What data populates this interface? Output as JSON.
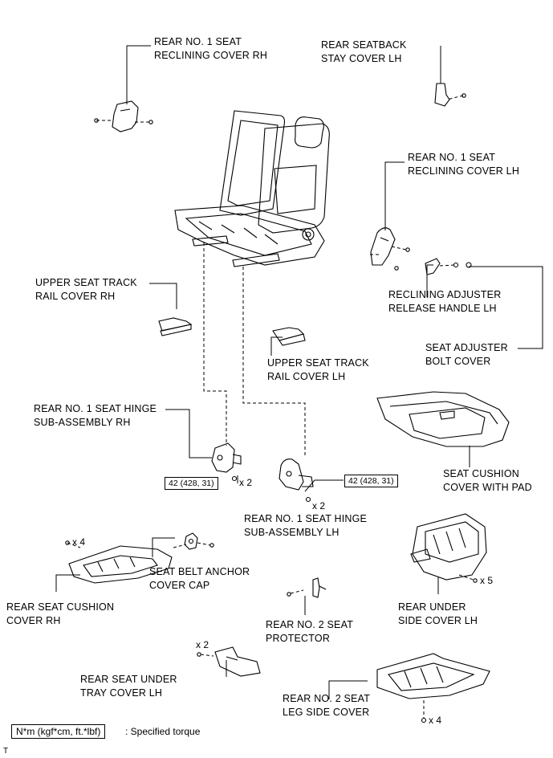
{
  "labels": {
    "rear_no1_seat_reclining_cover_rh": [
      "REAR NO. 1 SEAT",
      "RECLINING COVER RH"
    ],
    "rear_seatback_stay_cover_lh": [
      "REAR SEATBACK",
      "STAY COVER LH"
    ],
    "rear_no1_seat_reclining_cover_lh": [
      "REAR NO. 1 SEAT",
      "RECLINING COVER LH"
    ],
    "upper_seat_track_rail_cover_rh": [
      "UPPER SEAT TRACK",
      "RAIL COVER RH"
    ],
    "reclining_adjuster_release_handle_lh": [
      "RECLINING ADJUSTER",
      "RELEASE HANDLE LH"
    ],
    "seat_adjuster_bolt_cover": [
      "SEAT ADJUSTER",
      "BOLT COVER"
    ],
    "upper_seat_track_rail_cover_lh": [
      "UPPER SEAT TRACK",
      "RAIL COVER LH"
    ],
    "rear_no1_seat_hinge_rh": [
      "REAR NO. 1 SEAT HINGE",
      "SUB-ASSEMBLY RH"
    ],
    "seat_cushion_cover_with_pad": [
      "SEAT CUSHION",
      "COVER WITH PAD"
    ],
    "rear_no1_seat_hinge_lh": [
      "REAR NO. 1 SEAT HINGE",
      "SUB-ASSEMBLY LH"
    ],
    "rear_seat_cushion_cover_rh": [
      "REAR SEAT CUSHION",
      "COVER RH"
    ],
    "seat_belt_anchor_cover_cap": [
      "SEAT BELT ANCHOR",
      "COVER CAP"
    ],
    "rear_under_side_cover_lh": [
      "REAR UNDER",
      "SIDE COVER LH"
    ],
    "rear_no2_seat_protector": [
      "REAR NO. 2 SEAT",
      "PROTECTOR"
    ],
    "rear_seat_under_tray_cover_lh": [
      "REAR SEAT UNDER",
      "TRAY COVER LH"
    ],
    "rear_no2_seat_leg_side_cover": [
      "REAR NO. 2 SEAT",
      "LEG SIDE COVER"
    ]
  },
  "torque": {
    "hinge_rh": "42 (428, 31)",
    "hinge_lh": "42 (428, 31)"
  },
  "quantities": {
    "hinge_rh_bolts": "x 2",
    "hinge_lh_bolts": "x 2",
    "cushion_cover_rh_screws": "x 4",
    "under_side_cover_lh_screws": "x 5",
    "under_tray_cover_lh_screws": "x 2",
    "leg_side_cover_screws": "x 4"
  },
  "legend": {
    "box": "N*m (kgf*cm, ft.*lbf)",
    "text": ": Specified torque"
  },
  "corner_mark": "T"
}
